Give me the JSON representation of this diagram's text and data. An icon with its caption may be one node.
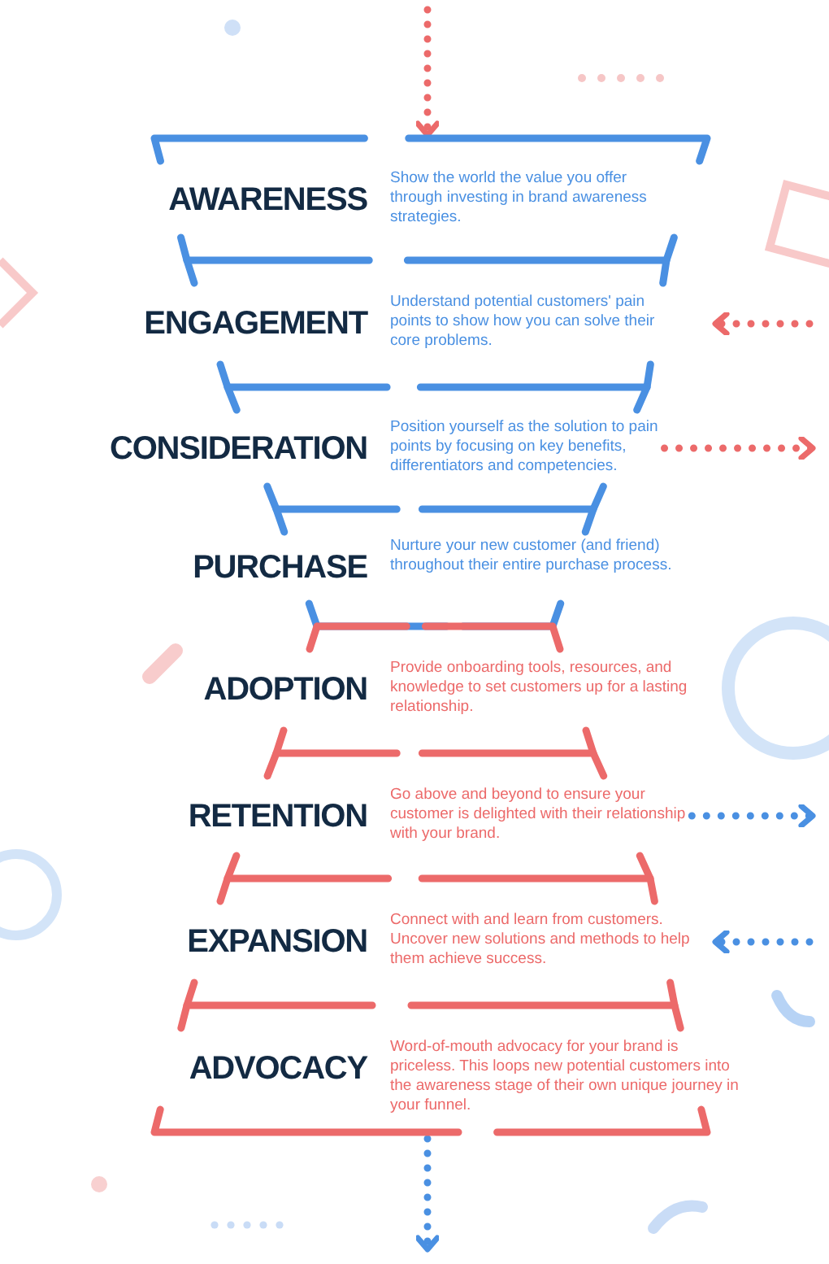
{
  "diagram": {
    "nodes": [
      {
        "text": [
          "AWARENESS",
          "Show the world the value you offer through investing in brand awareness strategies."
        ]
      },
      {
        "text": [
          "ENGAGEMENT",
          "Understand potential customers' pain points to show how you can solve their core problems."
        ]
      },
      {
        "text": [
          "CONSIDERATION",
          "Position yourself as the solution to pain points by focusing on key benefits, differentiators and competencies."
        ]
      },
      {
        "text": [
          "PURCHASE",
          "Nurture your new customer (and friend) throughout their entire purchase process."
        ]
      },
      {
        "text": [
          "ADOPTION",
          "Provide onboarding tools, resources, and knowledge to set customers up for a lasting relationship."
        ]
      },
      {
        "text": [
          "RETENTION",
          "Go above and beyond to ensure your customer is delighted with their relationship with your brand."
        ]
      },
      {
        "text": [
          "EXPANSION",
          "Connect with and learn from customers. Uncover new solutions and methods to help them achieve success."
        ]
      },
      {
        "text": [
          "ADVOCACY",
          "Word-of-mouth advocacy for your brand is priceless. This loops new potential customers into the awareness stage of their own unique journey in your funnel."
        ]
      }
    ],
    "edges": [
      {
        "from": null,
        "to": 0,
        "arrow": "to",
        "style": "dashed",
        "color": "#ec6a6a"
      },
      {
        "from": null,
        "to": 1,
        "arrow": "to",
        "style": "dashed",
        "color": "#ec6a6a"
      },
      {
        "from": 2,
        "to": null,
        "arrow": "to",
        "style": "dashed",
        "color": "#ec6a6a"
      },
      {
        "from": 5,
        "to": null,
        "arrow": "to",
        "style": "dashed",
        "color": "#4a90e2"
      },
      {
        "from": null,
        "to": 6,
        "arrow": "to",
        "style": "dashed",
        "color": "#4a90e2"
      },
      {
        "from": 7,
        "to": null,
        "arrow": "to",
        "style": "dashed",
        "color": "#4a90e2"
      }
    ]
  }
}
